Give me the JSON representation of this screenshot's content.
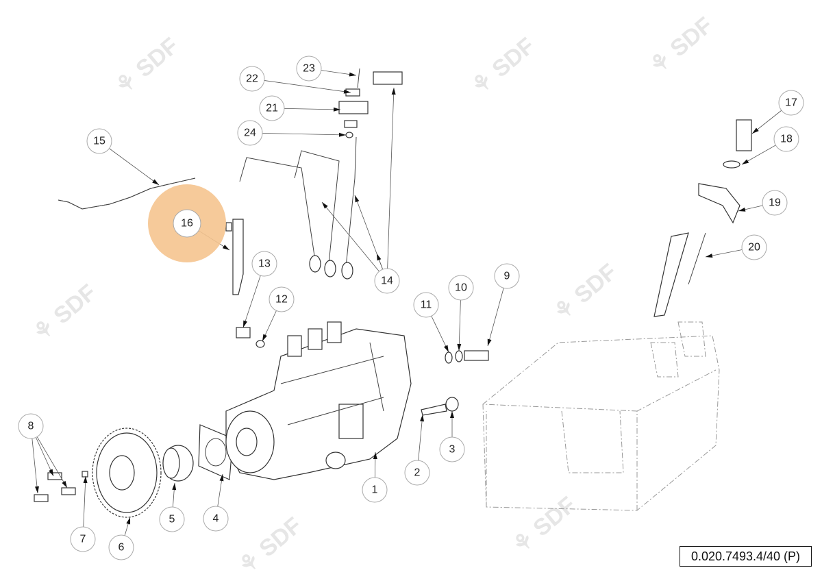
{
  "diagram": {
    "reference_code": "0.020.7493.4/40 (P)",
    "watermark": "SDF",
    "highlight_color": "#f5c48f",
    "highlighted_callout": "16",
    "callouts": [
      "1",
      "2",
      "3",
      "4",
      "5",
      "6",
      "7",
      "8",
      "9",
      "10",
      "11",
      "12",
      "13",
      "14",
      "15",
      "16",
      "17",
      "18",
      "19",
      "20",
      "21",
      "22",
      "23",
      "24"
    ]
  }
}
